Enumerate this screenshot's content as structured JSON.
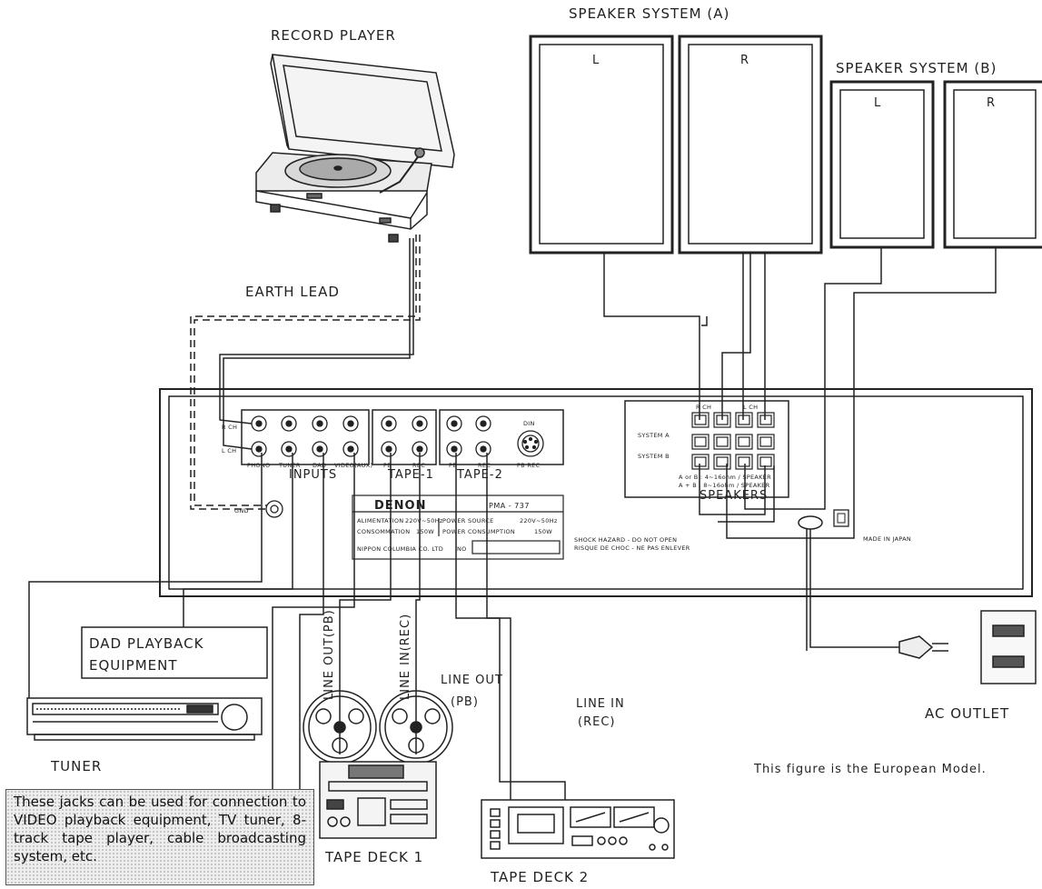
{
  "labels": {
    "record_player": "RECORD PLAYER",
    "speaker_system_a": "SPEAKER SYSTEM (A)",
    "speaker_system_b": "SPEAKER SYSTEM (B)",
    "earth_lead": "EARTH LEAD",
    "dad_playback_1": "DAD PLAYBACK",
    "dad_playback_2": "EQUIPMENT",
    "tuner": "TUNER",
    "line_out_pb": "LINE OUT(PB)",
    "line_in_rec": "LINE IN(REC)",
    "line_out": "LINE OUT",
    "pb": "(PB)",
    "line_in": "LINE IN",
    "rec": "(REC)",
    "tape_deck_1": "TAPE DECK 1",
    "tape_deck_2": "TAPE DECK 2",
    "ac_outlet": "AC OUTLET",
    "model_note": "This figure is the European Model.",
    "jacks_note": "These jacks can be used for connection to VIDEO playback equipment, TV tuner, 8-track tape player, cable broadcasting system, etc."
  },
  "speakers": {
    "left": "L",
    "right": "R"
  },
  "amplifier": {
    "brand": "DENON",
    "model": "PMA - 737",
    "inputs_label": "INPUTS",
    "tape1_label": "TAPE-1",
    "tape2_label": "TAPE-2",
    "speakers_label": "SPEAKERS",
    "rch": "R CH",
    "lch": "L CH",
    "gnd": "GND",
    "din": "DIN",
    "jacks": {
      "phono": "PHONO",
      "tuner": "TUNER",
      "dad": "DAD",
      "video": "VIDEO(AUX)",
      "pb": "PB",
      "rec": "REC",
      "pb_rec": "PB  REC"
    },
    "system_a": "SYSTEM A",
    "system_b": "SYSTEM B",
    "spk_note_1": "A or B : 4~16ohm / SPEAKER",
    "spk_note_2": "A + B : 8~16ohm / SPEAKER",
    "plate": {
      "alimentation": "ALIMENTATION",
      "alim_value": "220V~50Hz",
      "power_source": "POWER SOURCE",
      "power_value": "220V~50Hz",
      "consommation": "CONSOMMATION",
      "cons_value": "150W",
      "power_consumption": "POWER CONSUMPTION",
      "pc_value": "150W",
      "maker": "NIPPON COLUMBIA CO. LTD",
      "no": "NO"
    },
    "warning_1": "SHOCK HAZARD - DO NOT OPEN",
    "warning_2": "RISQUE DE CHOC - NE PAS ENLEVER",
    "made_in": "MADE IN JAPAN"
  }
}
